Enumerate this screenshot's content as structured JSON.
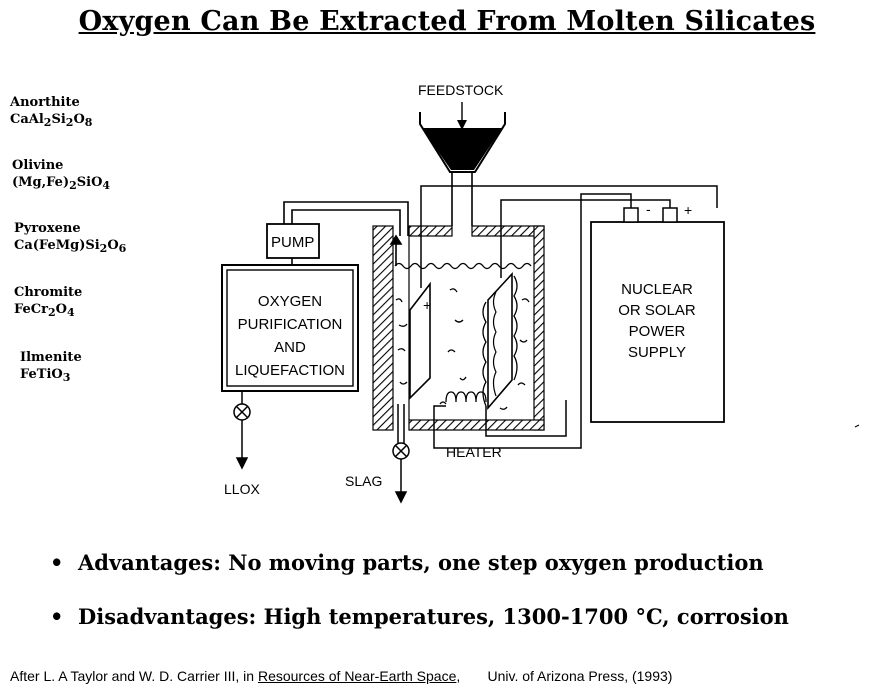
{
  "title": "Oxygen Can Be Extracted From Molten Silicates",
  "minerals": [
    {
      "name": "Anorthite",
      "formula": [
        [
          "CaAl",
          ""
        ],
        [
          "2",
          "sub"
        ],
        [
          "Si",
          ""
        ],
        [
          "2",
          "sub"
        ],
        [
          "O",
          ""
        ],
        [
          "8",
          "sub"
        ]
      ]
    },
    {
      "name": "Olivine",
      "formula": [
        [
          "(Mg,Fe)",
          ""
        ],
        [
          "2",
          "sub"
        ],
        [
          "SiO",
          ""
        ],
        [
          "4",
          "sub"
        ]
      ]
    },
    {
      "name": "Pyroxene",
      "formula": [
        [
          "Ca(FeMg)Si",
          ""
        ],
        [
          "2",
          "sub"
        ],
        [
          "O",
          ""
        ],
        [
          "6",
          "sub"
        ]
      ]
    },
    {
      "name": "Chromite",
      "formula": [
        [
          "FeCr",
          ""
        ],
        [
          "2",
          "sub"
        ],
        [
          "O",
          ""
        ],
        [
          "4",
          "sub"
        ]
      ]
    },
    {
      "name": "Ilmenite",
      "formula": [
        [
          "FeTiO",
          ""
        ],
        [
          "3",
          "sub"
        ]
      ]
    }
  ],
  "diagram": {
    "feedstock": "FEEDSTOCK",
    "pump": "PUMP",
    "purification": [
      "OXYGEN",
      "PURIFICATION",
      "AND",
      "LIQUEFACTION"
    ],
    "power": [
      "NUCLEAR",
      "OR SOLAR",
      "POWER",
      "SUPPLY"
    ],
    "heater": "HEATER",
    "slag": "SLAG",
    "llox": "LLOX",
    "plus": "+",
    "minus": "-"
  },
  "bullets": [
    {
      "symbol": "•",
      "text": "Advantages:  No moving parts, one step oxygen production"
    },
    {
      "symbol": "•",
      "text": "Disadvantages:  High temperatures, 1300-1700 °C, corrosion"
    }
  ],
  "citation": {
    "prefix": "After  L. A Taylor and W. D. Carrier III, in ",
    "book": "Resources of Near-Earth Space",
    "suffix": ",       Univ. of Arizona Press, (1993)"
  }
}
